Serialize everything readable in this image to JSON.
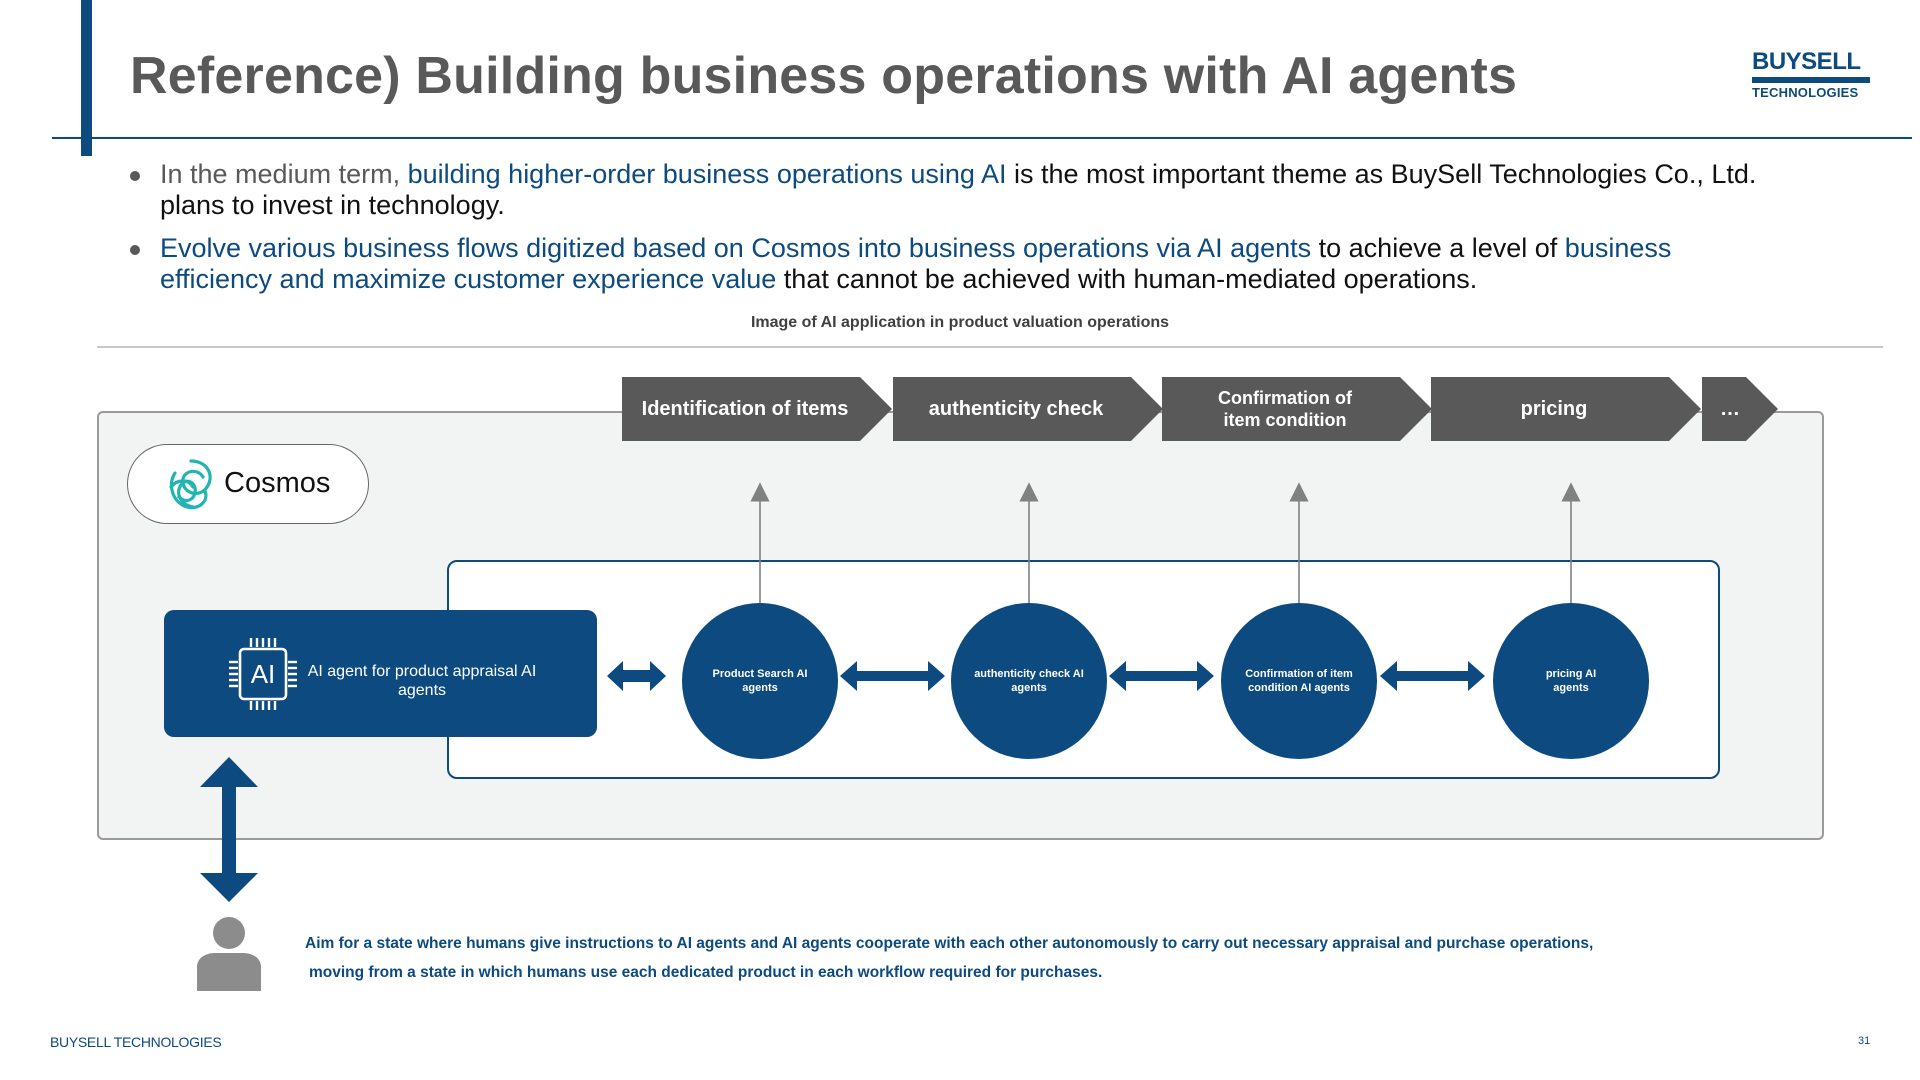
{
  "title": "Reference) Building business operations with AI agents",
  "logo": {
    "line1": "BUYSELL",
    "line2": "TECHNOLOGIES"
  },
  "bullets": [
    {
      "p1": "In the medium term, ",
      "p2": "building higher-order business operations using AI",
      "p3": " is the most important theme as BuySell Technologies Co., Ltd. plans to invest in technology."
    },
    {
      "p1": "Evolve various business flows digitized based on Cosmos into business operations via AI agents",
      "p2": " to achieve a level of ",
      "p3": "business efficiency and maximize customer experience value",
      "p4": " that cannot be achieved with human-mediated operations."
    }
  ],
  "caption": "Image of AI application in product valuation operations",
  "cosmos_label": "Cosmos",
  "process_steps": [
    "Identification of items",
    "authenticity check",
    "Confirmation of item condition",
    "pricing",
    "…"
  ],
  "ai_box": {
    "chip_label": "AI",
    "label": "AI agent for product appraisal AI agents"
  },
  "agents": [
    "Product Search AI agents",
    "authenticity check AI agents",
    "Confirmation of item condition AI agents",
    "pricing AI agents"
  ],
  "bottom_note_line1": "Aim for a state where humans give instructions to AI agents and AI agents cooperate with each other autonomously to carry out necessary appraisal and purchase operations,",
  "bottom_note_line2": "moving from a state in which humans use each dedicated product in each workflow required for purchases.",
  "footer_brand": "BUYSELL TECHNOLOGIES",
  "page_number": "31",
  "colors": {
    "brand_blue": "#0c4a80",
    "chevron_gray": "#595959",
    "panel_gray": "#f2f3f3",
    "cosmos_teal": "#1fb5b0"
  },
  "icons": [
    "cosmos-logo-icon",
    "ai-chip-icon",
    "person-icon",
    "double-arrow-icon",
    "up-arrow-icon"
  ]
}
